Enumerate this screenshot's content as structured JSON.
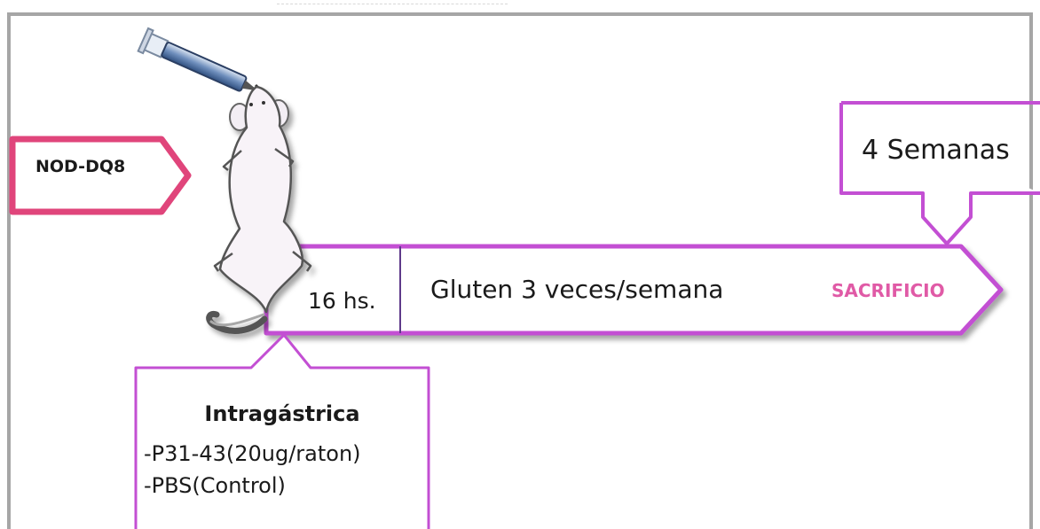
{
  "strain_label": "NOD-DQ8",
  "timeline": {
    "initial_period": "16 hs.",
    "treatment": "Gluten 3 veces/semana",
    "endpoint": "SACRIFICIO"
  },
  "duration_label": "4 Semanas",
  "administration": {
    "route": "Intragástrica",
    "groups": [
      "-P31-43(20ug/raton)",
      "-PBS(Control)"
    ]
  },
  "colors": {
    "strain_border": "#e0457b",
    "timeline_border": "#c34fd3",
    "endpoint_text": "#e05aa6",
    "frame": "#a6a6a6"
  },
  "icons": [
    "mouse-illustration",
    "syringe-icon"
  ]
}
